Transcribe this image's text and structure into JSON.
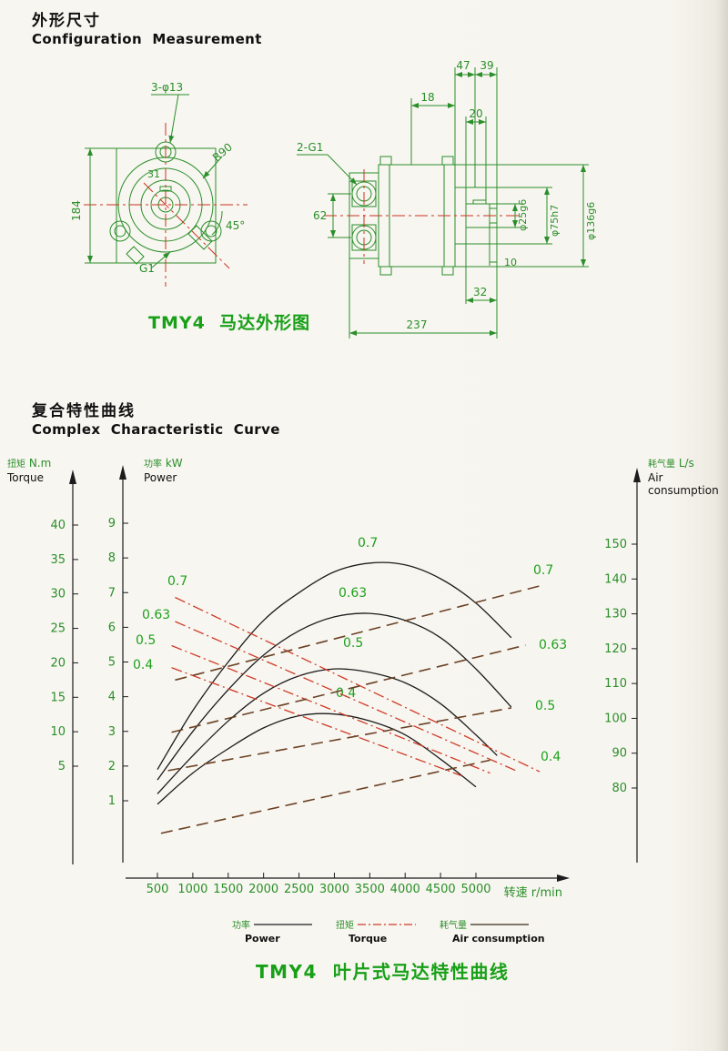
{
  "section1": {
    "title_cn": "外形尺寸",
    "title_en": "Configuration  Measurement",
    "caption": "TMY4  马达外形图",
    "drawing_labels": {
      "holes": "3-φ13",
      "radius": "R90",
      "height": "184",
      "key_width": "31",
      "angle": "45°",
      "port": "G1",
      "ports": "2-G1",
      "port_spacing": "62",
      "dim_18": "18",
      "dim_47": "47",
      "dim_39": "39",
      "dim_20": "20",
      "shaft_dia": "φ25g6",
      "spigot_dia": "φ75h7",
      "body_dia": "φ136g6",
      "dim_10": "10",
      "dim_32": "32",
      "length": "237"
    }
  },
  "section2": {
    "title_cn": "复合特性曲线",
    "title_en": "Complex  Characteristic  Curve",
    "caption": "TMY4  叶片式马达特性曲线"
  },
  "chart_data": {
    "type": "line",
    "title": "TMY4 叶片式马达特性曲线",
    "x_axis": {
      "title": "转速 r/min",
      "ticks": [
        500,
        1000,
        1500,
        2000,
        2500,
        3000,
        3500,
        4000,
        4500,
        5000
      ],
      "range": [
        0,
        5900
      ]
    },
    "power_axis": {
      "title_cn": "功率",
      "unit": "kW",
      "title_en": "Power",
      "ticks": [
        9,
        8,
        7,
        6,
        5,
        4,
        3,
        2,
        1
      ],
      "range": [
        0,
        9.5
      ]
    },
    "torque_axis": {
      "title_cn": "扭矩",
      "unit": "N.m",
      "title_en": "Torque",
      "ticks": [
        40,
        35,
        30,
        25,
        20,
        15,
        10,
        5
      ],
      "range": [
        0,
        45
      ]
    },
    "air_axis": {
      "title_cn": "耗气量",
      "unit": "L/s",
      "title_en": "Air consumption",
      "ticks": [
        150,
        140,
        130,
        120,
        110,
        100,
        90,
        80
      ],
      "range": [
        60,
        155
      ]
    },
    "power_curves": [
      {
        "label": "0.7",
        "points": [
          [
            500,
            1.9
          ],
          [
            1000,
            3.6
          ],
          [
            1500,
            5.0
          ],
          [
            2000,
            6.2
          ],
          [
            2500,
            7.0
          ],
          [
            3000,
            7.6
          ],
          [
            3500,
            7.85
          ],
          [
            4000,
            7.8
          ],
          [
            4500,
            7.4
          ],
          [
            5000,
            6.7
          ],
          [
            5500,
            5.7
          ]
        ]
      },
      {
        "label": "0.63",
        "points": [
          [
            500,
            1.6
          ],
          [
            1000,
            3.0
          ],
          [
            1500,
            4.2
          ],
          [
            2000,
            5.2
          ],
          [
            2500,
            5.9
          ],
          [
            3000,
            6.3
          ],
          [
            3500,
            6.4
          ],
          [
            4000,
            6.2
          ],
          [
            4500,
            5.7
          ],
          [
            5000,
            4.8
          ],
          [
            5500,
            3.7
          ]
        ]
      },
      {
        "label": "0.5",
        "points": [
          [
            500,
            1.2
          ],
          [
            1000,
            2.3
          ],
          [
            1500,
            3.3
          ],
          [
            2000,
            4.1
          ],
          [
            2500,
            4.6
          ],
          [
            3000,
            4.8
          ],
          [
            3500,
            4.7
          ],
          [
            4000,
            4.4
          ],
          [
            4500,
            3.8
          ],
          [
            5000,
            2.9
          ],
          [
            5300,
            2.3
          ]
        ]
      },
      {
        "label": "0.4",
        "points": [
          [
            500,
            0.9
          ],
          [
            1000,
            1.8
          ],
          [
            1500,
            2.5
          ],
          [
            2000,
            3.1
          ],
          [
            2500,
            3.45
          ],
          [
            3000,
            3.5
          ],
          [
            3500,
            3.3
          ],
          [
            4000,
            2.9
          ],
          [
            4500,
            2.2
          ],
          [
            5000,
            1.4
          ]
        ]
      }
    ],
    "torque_lines": [
      {
        "label": "0.7",
        "points": [
          [
            750,
            29.5
          ],
          [
            5900,
            4.2
          ]
        ]
      },
      {
        "label": "0.63",
        "points": [
          [
            750,
            26.0
          ],
          [
            5600,
            4.2
          ]
        ]
      },
      {
        "label": "0.5",
        "points": [
          [
            700,
            22.5
          ],
          [
            5200,
            4.0
          ]
        ]
      },
      {
        "label": "0.4",
        "points": [
          [
            700,
            19.3
          ],
          [
            4800,
            3.6
          ]
        ]
      }
    ],
    "air_lines": [
      {
        "label": "0.7",
        "points": [
          [
            750,
            111
          ],
          [
            5900,
            138
          ]
        ]
      },
      {
        "label": "0.63",
        "points": [
          [
            700,
            96
          ],
          [
            5700,
            121
          ]
        ]
      },
      {
        "label": "0.5",
        "points": [
          [
            650,
            85
          ],
          [
            5500,
            103
          ]
        ]
      },
      {
        "label": "0.4",
        "points": [
          [
            550,
            67
          ],
          [
            5200,
            88
          ]
        ]
      }
    ],
    "legend": [
      {
        "cn": "功率",
        "en": "Power"
      },
      {
        "cn": "扭矩",
        "en": "Torque"
      },
      {
        "cn": "耗气量",
        "en": "Air consumption"
      }
    ]
  }
}
